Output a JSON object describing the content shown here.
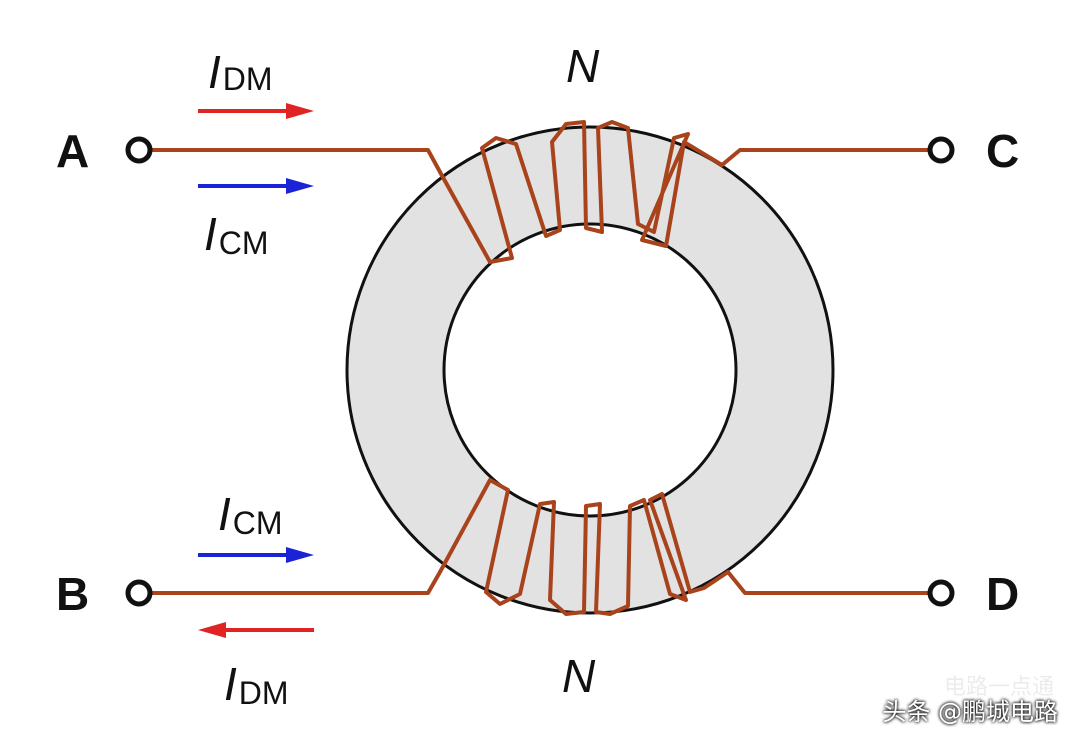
{
  "diagram": {
    "terminals": {
      "a": "A",
      "b": "B",
      "c": "C",
      "d": "D"
    },
    "currents": {
      "top_dm": {
        "symbol": "I",
        "subscript": "DM",
        "direction": "right",
        "color": "#e02424"
      },
      "top_cm": {
        "symbol": "I",
        "subscript": "CM",
        "direction": "right",
        "color": "#1a23d6"
      },
      "bottom_cm": {
        "symbol": "I",
        "subscript": "CM",
        "direction": "right",
        "color": "#1a23d6"
      },
      "bottom_dm": {
        "symbol": "I",
        "subscript": "DM",
        "direction": "left",
        "color": "#e02424"
      }
    },
    "turns": {
      "top": "N",
      "bottom": "N"
    },
    "colors": {
      "wire": "#a8431c",
      "core_fill": "#e2e2e2",
      "core_stroke": "#111111"
    }
  },
  "watermark": {
    "top": "电路一点通",
    "bottom": "头条 @鹏城电路"
  }
}
